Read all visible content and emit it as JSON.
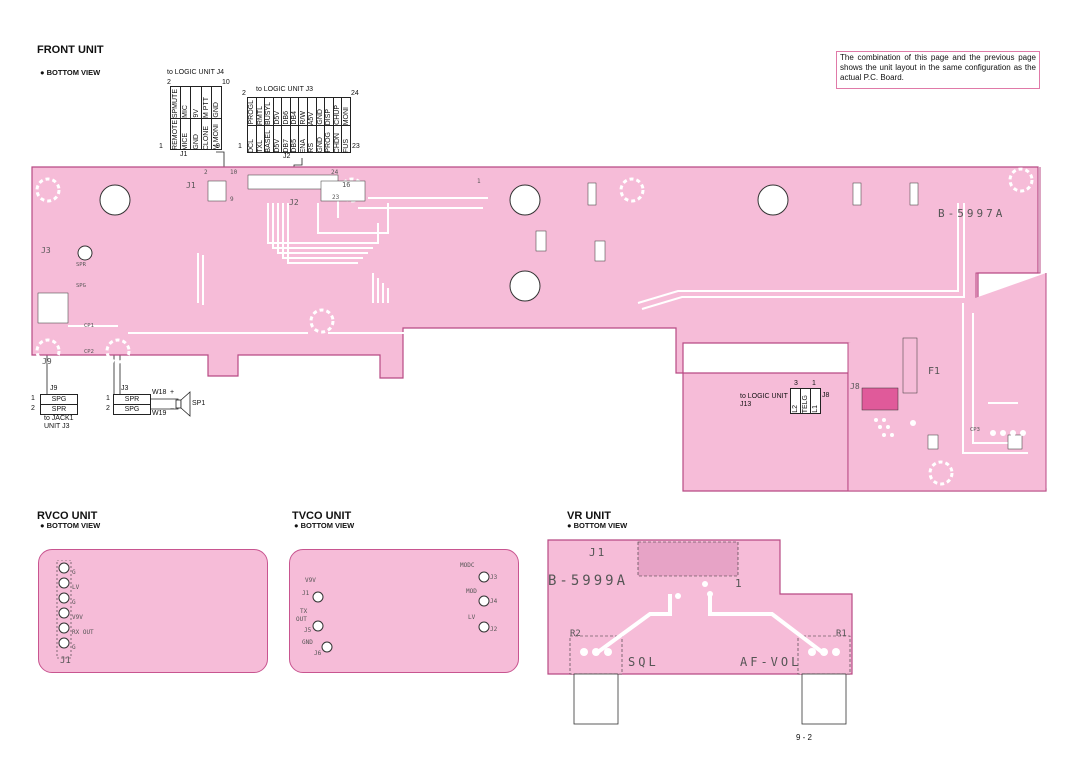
{
  "front_unit": {
    "title": "FRONT UNIT",
    "subtitle": "● BOTTOM  VIEW",
    "board_code": "B-5997A",
    "j4": {
      "to": "to LOGIC UNIT J4",
      "top_left": "2",
      "top_right": "10",
      "bottom_left": "1",
      "bottom_right": "9",
      "label": "J1",
      "top_row": [
        "SPMUTE",
        "MIC",
        "9V",
        "M PTT",
        "GND"
      ],
      "bottom_row": [
        "REMOTE",
        "MICE",
        "GND",
        "CLONE",
        "M MONI"
      ]
    },
    "j3": {
      "to": "to LOGIC UNIT J3",
      "top_left": "2",
      "top_right": "24",
      "bottom_left": "1",
      "bottom_right": "23",
      "label": "J2",
      "top_row": [
        "PROGL",
        "RMTL",
        "BUSYL",
        "D5V",
        "DB6",
        "DB4",
        "R/W",
        "A5V",
        "GND",
        "DISP",
        "CHUP",
        "MONI"
      ],
      "bottom_row": [
        "DCL",
        "TXL",
        "BASEL",
        "D5V",
        "DB7",
        "DB5",
        "ENA",
        "RS",
        "GND",
        "PROG",
        "CHDN",
        "FUS"
      ]
    },
    "silk_j1": "J1",
    "silk_j2": "J2",
    "silk_j3": "J3",
    "silk_j9": "J9",
    "silk_j8": "J8",
    "silk_16": "16",
    "silk_23": "23",
    "silk_1": "1",
    "silk_2": "2",
    "silk_10": "10",
    "silk_9": "9",
    "silk_24": "24",
    "silk_spr": "SPR",
    "silk_spg": "SPG",
    "silk_cp1": "CP1",
    "silk_cp2": "CP2",
    "silk_cp3": "CP3",
    "silk_f1": "F1",
    "j9_box": {
      "title": "J9",
      "rows": [
        {
          "n": "1",
          "v": "SPG"
        },
        {
          "n": "2",
          "v": "SPR"
        }
      ],
      "to": "to JACK1",
      "to2": "UNIT J3"
    },
    "j3_box": {
      "title": "J3",
      "rows": [
        {
          "n": "1",
          "v": "SPR"
        },
        {
          "n": "2",
          "v": "SPG"
        }
      ]
    },
    "speaker": {
      "w18": "W18",
      "w19": "W19",
      "plus": "+",
      "minus": "−",
      "label": "SP1"
    },
    "j8_box": {
      "to": "to LOGIC UNIT",
      "to2": "J13",
      "pin3": "3",
      "pin1": "1",
      "cells": [
        "L2",
        "TELG",
        "L1"
      ],
      "label": "J8"
    }
  },
  "note": "The combination of this page and the previous page shows the unit layout in the same configuration as the actual P.C. Board.",
  "rvco": {
    "title": "RVCO UNIT",
    "subtitle": "● BOTTOM VIEW",
    "pads": [
      "G",
      "LV",
      "G",
      "V9V",
      "RX OUT",
      "G"
    ],
    "j1": "J1"
  },
  "tvco": {
    "title": "TVCO UNIT",
    "subtitle": "● BOTTOM VIEW",
    "labels": {
      "v9v": "V9V",
      "j1": "J1",
      "tx": "TX",
      "out": "OUT",
      "j5": "J5",
      "gnd": "GND",
      "j6": "J6",
      "modc": "MODC",
      "j3": "J3",
      "mod": "MOD",
      "j4": "J4",
      "lv": "LV",
      "j2": "J2"
    }
  },
  "vr": {
    "title": "VR UNIT",
    "subtitle": "● BOTTOM VIEW",
    "board_code": "B-5999A",
    "j1": "J1",
    "pin1": "1",
    "r2": "R2",
    "r1": "R1",
    "sql": "SQL",
    "afvol": "AF-VOL"
  },
  "page_number": "9 - 2"
}
